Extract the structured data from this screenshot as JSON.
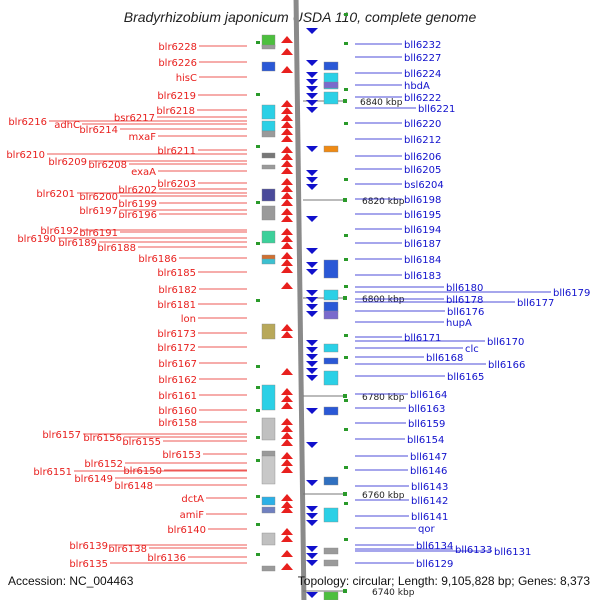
{
  "title": "Bradyrhizobium japonicum USDA 110, complete genome",
  "footer": {
    "accession": "Accession: NC_004463",
    "topology": "Topology: circular; Length: 9,105,828 bp; Genes: 8,373"
  },
  "colors": {
    "left_genes": "#e8201e",
    "right_genes": "#1111cc",
    "backbone": "#8a8a8a"
  },
  "scale_marks": [
    "6840 kbp",
    "6820 kbp",
    "6800 kbp",
    "6780 kbp",
    "6760 kbp",
    "6740 kbp"
  ],
  "left_labels": [
    "blr6228",
    "blr6226",
    "hisC",
    "blr6219",
    "blr6218",
    "bsr6217",
    "blr6216",
    "adhC",
    "blr6214",
    "mxaF",
    "blr6211",
    "blr6210",
    "blr6209",
    "blr6208",
    "exaA",
    "blr6203",
    "blr6202",
    "blr6201",
    "blr6200",
    "blr6199",
    "blr6197",
    "blr6196",
    "blr6192",
    "blr6191",
    "blr6190",
    "blr6189",
    "blr6188",
    "blr6186",
    "blr6185",
    "blr6182",
    "blr6181",
    "lon",
    "blr6173",
    "blr6172",
    "blr6167",
    "blr6162",
    "blr6161",
    "blr6160",
    "blr6158",
    "blr6157",
    "blr6156",
    "blr6155",
    "blr6153",
    "blr6152",
    "blr6150",
    "blr6151",
    "blr6149",
    "blr6148",
    "dctA",
    "amiF",
    "blr6140",
    "blr6139",
    "blr6138",
    "blr6136",
    "blr6135"
  ],
  "right_labels": [
    "bll6232",
    "bll6227",
    "bll6224",
    "hbdA",
    "bll6222",
    "bll6221",
    "bll6220",
    "bll6212",
    "bll6206",
    "bll6205",
    "bsl6204",
    "bll6198",
    "bll6195",
    "bll6194",
    "bll6187",
    "bll6184",
    "bll6183",
    "bll6180",
    "bll6179",
    "bll6178",
    "bll6177",
    "bll6176",
    "hupA",
    "bll6171",
    "bll6170",
    "clc",
    "bll6168",
    "bll6166",
    "bll6165",
    "bll6164",
    "bll6163",
    "bll6159",
    "bll6154",
    "bll6147",
    "bll6146",
    "bll6143",
    "bll6142",
    "bll6141",
    "qor",
    "bll6134",
    "bll6133",
    "bll6131",
    "bll6129"
  ]
}
